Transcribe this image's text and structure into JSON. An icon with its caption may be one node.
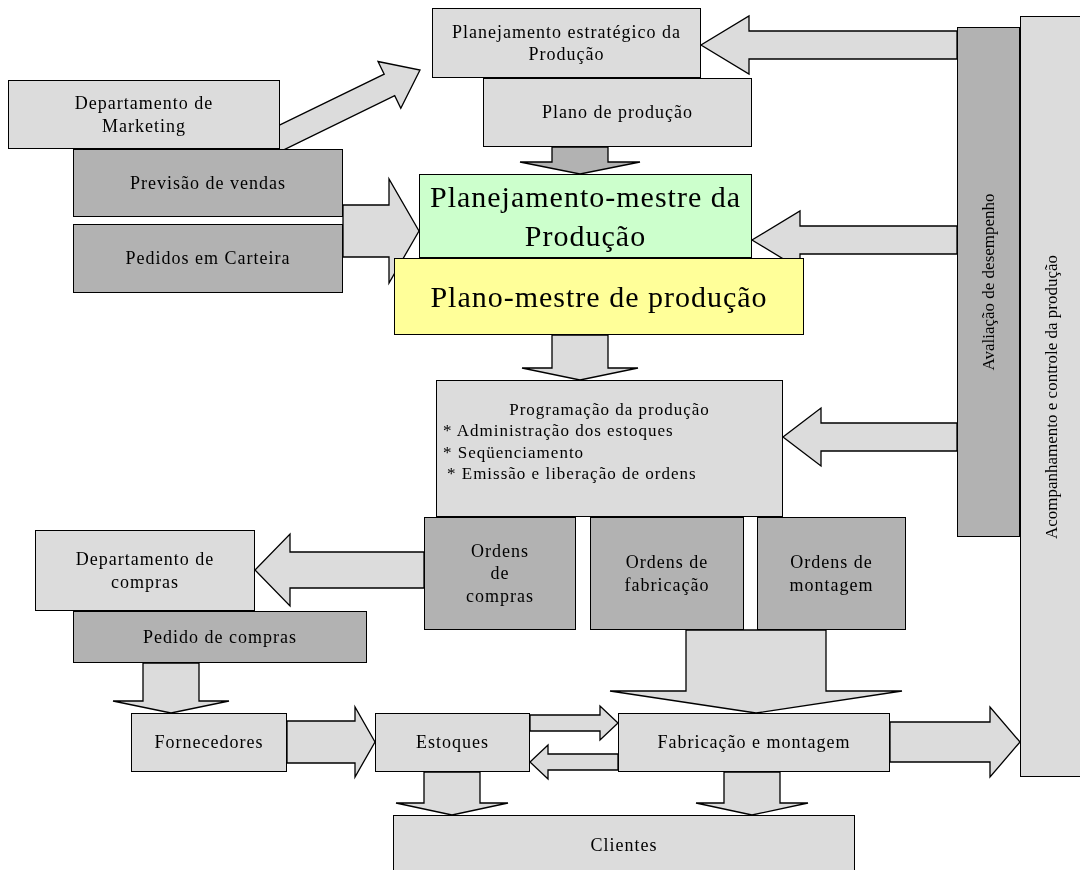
{
  "diagram": {
    "nodes": [
      {
        "text": [
          "Departamento de Marketing"
        ]
      },
      {
        "text": [
          "Previsão de vendas"
        ]
      },
      {
        "text": [
          "Pedidos em Carteira"
        ]
      },
      {
        "text": [
          "Planejamento estratégico da Produção"
        ]
      },
      {
        "text": [
          "Plano de produção"
        ]
      },
      {
        "text": [
          "Planejamento-mestre da Produção"
        ]
      },
      {
        "text": [
          "Plano-mestre de produção"
        ]
      },
      {
        "text": [
          "Programação da produção",
          "* Administração dos estoques",
          "* Seqüenciamento",
          "* Emissão e liberação de ordens"
        ]
      },
      {
        "text": [
          "Ordens de compras"
        ]
      },
      {
        "text": [
          "Ordens de fabricação"
        ]
      },
      {
        "text": [
          "Ordens de montagem"
        ]
      },
      {
        "text": [
          "Departamento de compras"
        ]
      },
      {
        "text": [
          "Pedido de compras"
        ]
      },
      {
        "text": [
          "Fornecedores"
        ]
      },
      {
        "text": [
          "Estoques"
        ]
      },
      {
        "text": [
          "Fabricação e montagem"
        ]
      },
      {
        "text": [
          "Clientes"
        ]
      },
      {
        "text": [
          "Avaliação de desempenho"
        ]
      },
      {
        "text": [
          "Acompanhamento e controle da produção"
        ]
      }
    ],
    "edges": [
      {
        "from": 1,
        "to": 3,
        "arrow": "to"
      },
      {
        "from": 4,
        "to": 5,
        "arrow": "to",
        "color": "#b2b2b2"
      },
      {
        "from": 1,
        "to": 5,
        "arrow": "to"
      },
      {
        "from": 2,
        "to": 5,
        "arrow": "to"
      },
      {
        "from": 17,
        "to": 3,
        "arrow": "to"
      },
      {
        "from": 17,
        "to": 5,
        "arrow": "to"
      },
      {
        "from": 17,
        "to": 7,
        "arrow": "to"
      },
      {
        "from": 6,
        "to": 7,
        "arrow": "to"
      },
      {
        "from": 8,
        "to": 11,
        "arrow": "to"
      },
      {
        "from": 12,
        "to": 13,
        "arrow": "to"
      },
      {
        "from": 13,
        "to": 14,
        "arrow": "to"
      },
      {
        "from": 14,
        "to": 15,
        "arrow": "to"
      },
      {
        "from": 15,
        "to": 14,
        "arrow": "to"
      },
      {
        "from": 9,
        "to": 15,
        "arrow": "to"
      },
      {
        "from": 10,
        "to": 15,
        "arrow": "to"
      },
      {
        "from": 15,
        "to": 18,
        "arrow": "to"
      },
      {
        "from": 14,
        "to": 16,
        "arrow": "to"
      },
      {
        "from": 15,
        "to": 16,
        "arrow": "to"
      }
    ]
  }
}
